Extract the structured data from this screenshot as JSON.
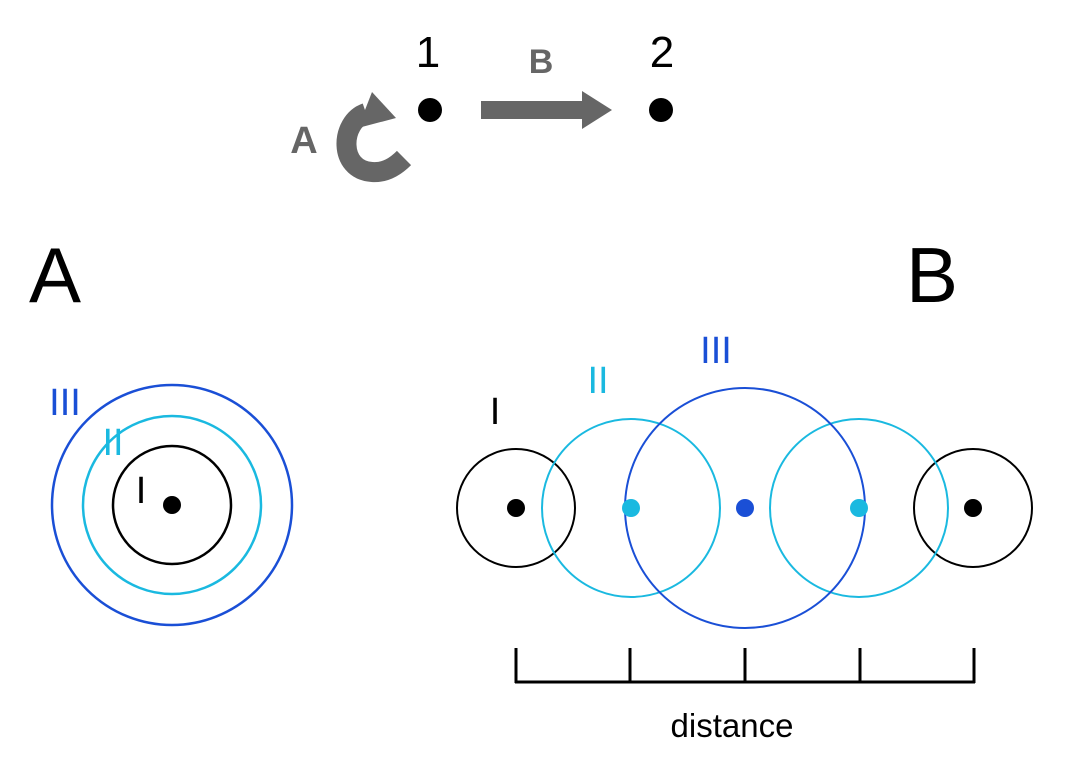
{
  "colors": {
    "black": "#000000",
    "arrow_gray": "#666666",
    "level_I": "#000000",
    "level_II": "#1ab9e0",
    "level_III": "#1a4fd6"
  },
  "schema": {
    "node_1_label": "1",
    "node_2_label": "2",
    "loop_label": "A",
    "transfer_label": "B"
  },
  "panel_a": {
    "title": "A",
    "ring_labels": {
      "I": "I",
      "II": "II",
      "III": "III"
    }
  },
  "panel_b": {
    "title": "B",
    "ring_labels": {
      "I": "I",
      "II": "II",
      "III": "III"
    },
    "axis_label": "distance"
  }
}
